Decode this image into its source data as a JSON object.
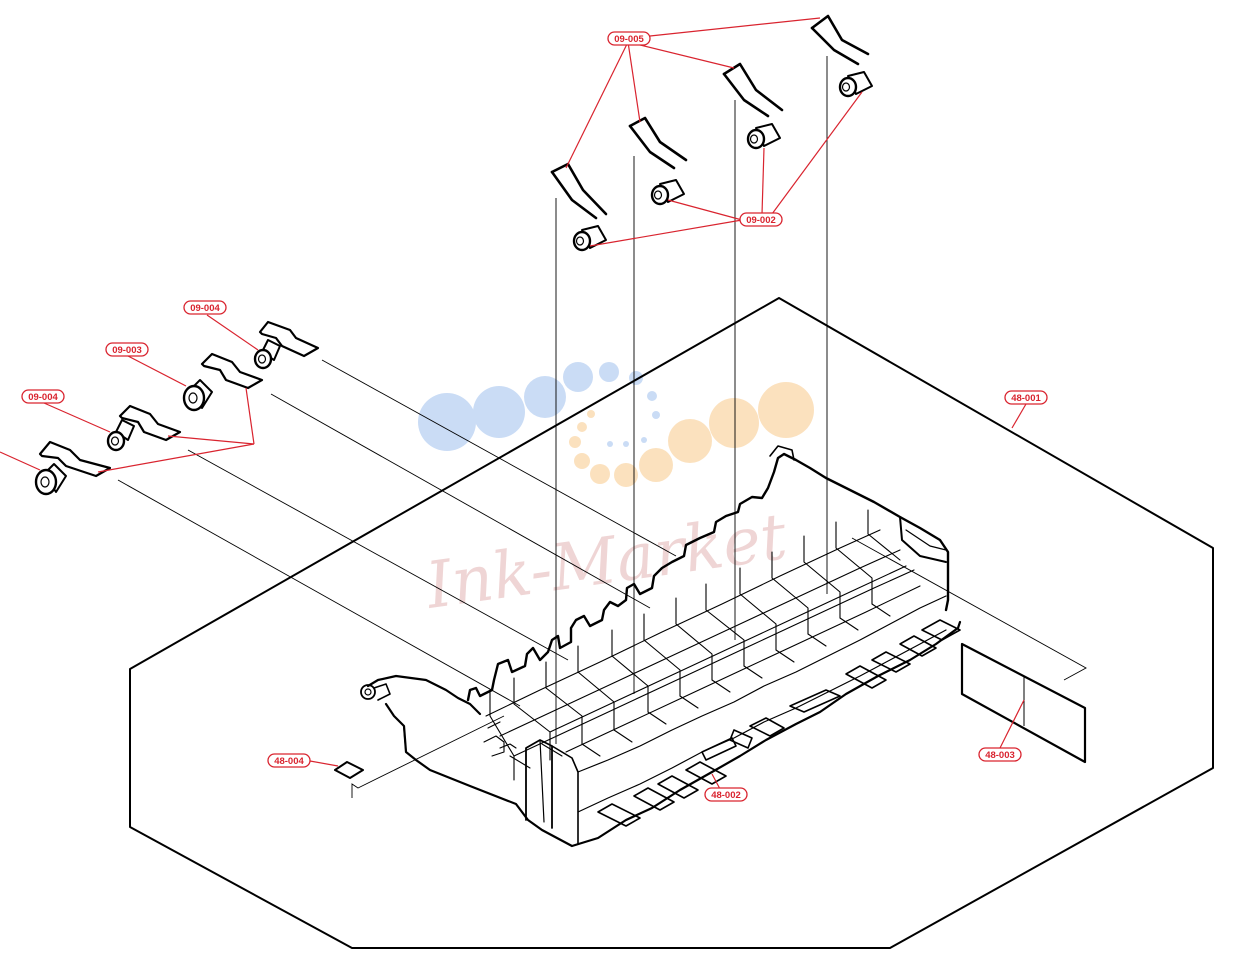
{
  "colors": {
    "line": "#000000",
    "callout": "#d9242f",
    "callout_fill": "#ffffff",
    "watermark_blue": "#9fc0ee",
    "watermark_orange": "#f8c98a",
    "watermark_text": "#e2b3b3"
  },
  "watermark": {
    "text": "Ink-Market"
  },
  "callouts": {
    "c09005": "09-005",
    "c09002": "09-002",
    "c09004a": "09-004",
    "c09003": "09-003",
    "c09004b": "09-004",
    "c48001": "48-001",
    "c48004": "48-004",
    "c48002": "48-002",
    "c48003": "48-003"
  }
}
